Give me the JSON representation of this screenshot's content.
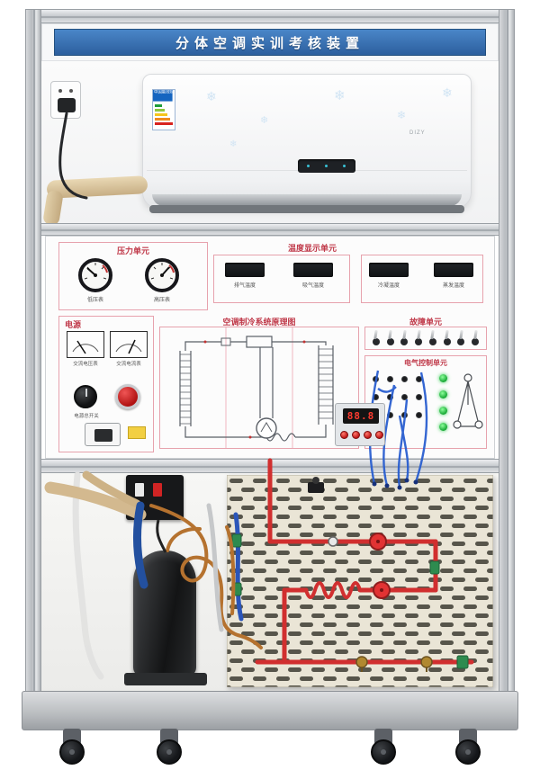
{
  "title": "分体空调实训考核装置",
  "icons": {
    "snowflake": "❄"
  },
  "ac": {
    "brand": "DIZY",
    "energy_label_title": "中国能效标识"
  },
  "panel": {
    "pressure": {
      "title": "压力单元",
      "gauges": [
        {
          "label": "低压表"
        },
        {
          "label": "高压表"
        }
      ]
    },
    "temperature": {
      "title": "温度显示单元",
      "displays": [
        {
          "label": "排气温度"
        },
        {
          "label": "吸气温度"
        },
        {
          "label": "冷凝温度"
        },
        {
          "label": "蒸发温度"
        }
      ]
    },
    "power": {
      "title": "电源",
      "meters": [
        {
          "label": "交流电压表"
        },
        {
          "label": "交流电流表"
        }
      ],
      "knob_label": "电源总开关"
    },
    "schematic": {
      "title": "空调制冷系统原理图"
    },
    "fault": {
      "title": "故障单元"
    },
    "control": {
      "title": "电气控制单元",
      "display_value": "88.8"
    }
  }
}
